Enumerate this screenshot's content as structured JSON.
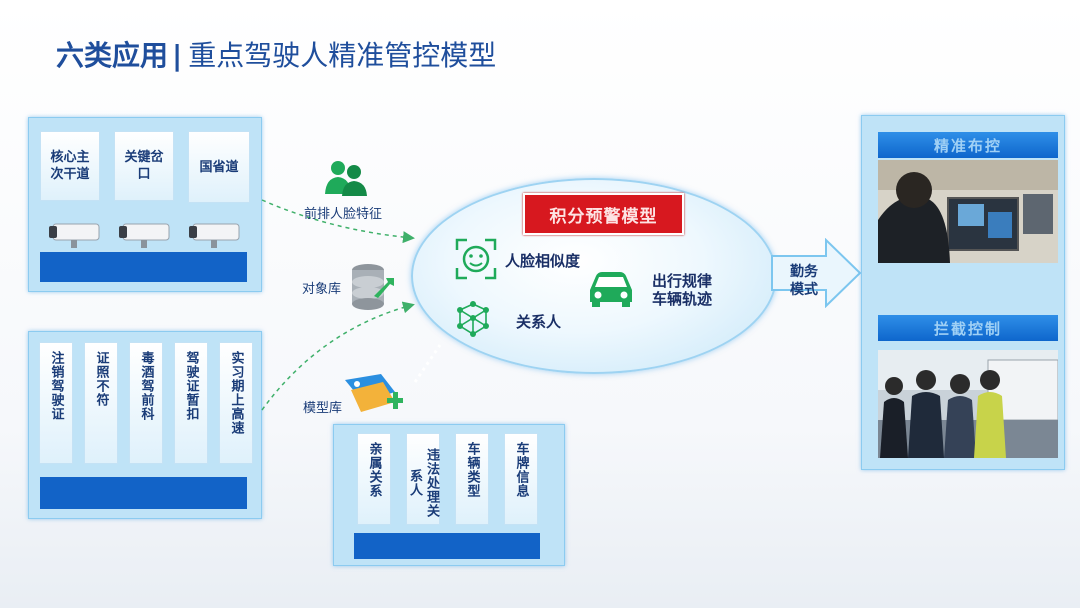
{
  "title": {
    "main": "六类应用",
    "separator": "|",
    "sub": "重点驾驶人精准管控模型"
  },
  "top_left_panel": {
    "items": [
      "核心主次干道",
      "关键岔口",
      "国省道"
    ]
  },
  "bottom_left_panel": {
    "items": [
      "注销驾驶证",
      "证照不符",
      "毒酒驾前科",
      "驾驶证暂扣",
      "实习期上高速"
    ]
  },
  "bottom_center_panel": {
    "items": [
      "亲属关系",
      "违法处理关系人",
      "车辆类型",
      "车牌信息"
    ]
  },
  "inputs": {
    "face": "前排人脸特征",
    "object_db": "对象库",
    "model_db": "模型库"
  },
  "model": {
    "title": "积分预警模型",
    "face_similarity": "人脸相似度",
    "relation": "关系人",
    "travel_line1": "出行规律",
    "travel_line2": "车辆轨迹"
  },
  "service_mode": "勤务模式",
  "right_panel": {
    "top_header": "精准布控",
    "bottom_header": "拦截控制"
  },
  "colors": {
    "title": "#1f4e9c",
    "accent_blue": "#1263c7",
    "alert_red": "#d7181f",
    "icon_green": "#1faa5a"
  }
}
